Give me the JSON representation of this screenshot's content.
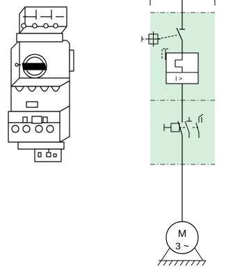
{
  "device": {
    "name": "motor-starter-combination"
  },
  "schematic": {
    "overcurrent_label": "I >",
    "motor_label_line1": "M",
    "motor_label_line2": "3 ~",
    "highlight_color": "#d6eedc",
    "line_color": "#000000"
  }
}
